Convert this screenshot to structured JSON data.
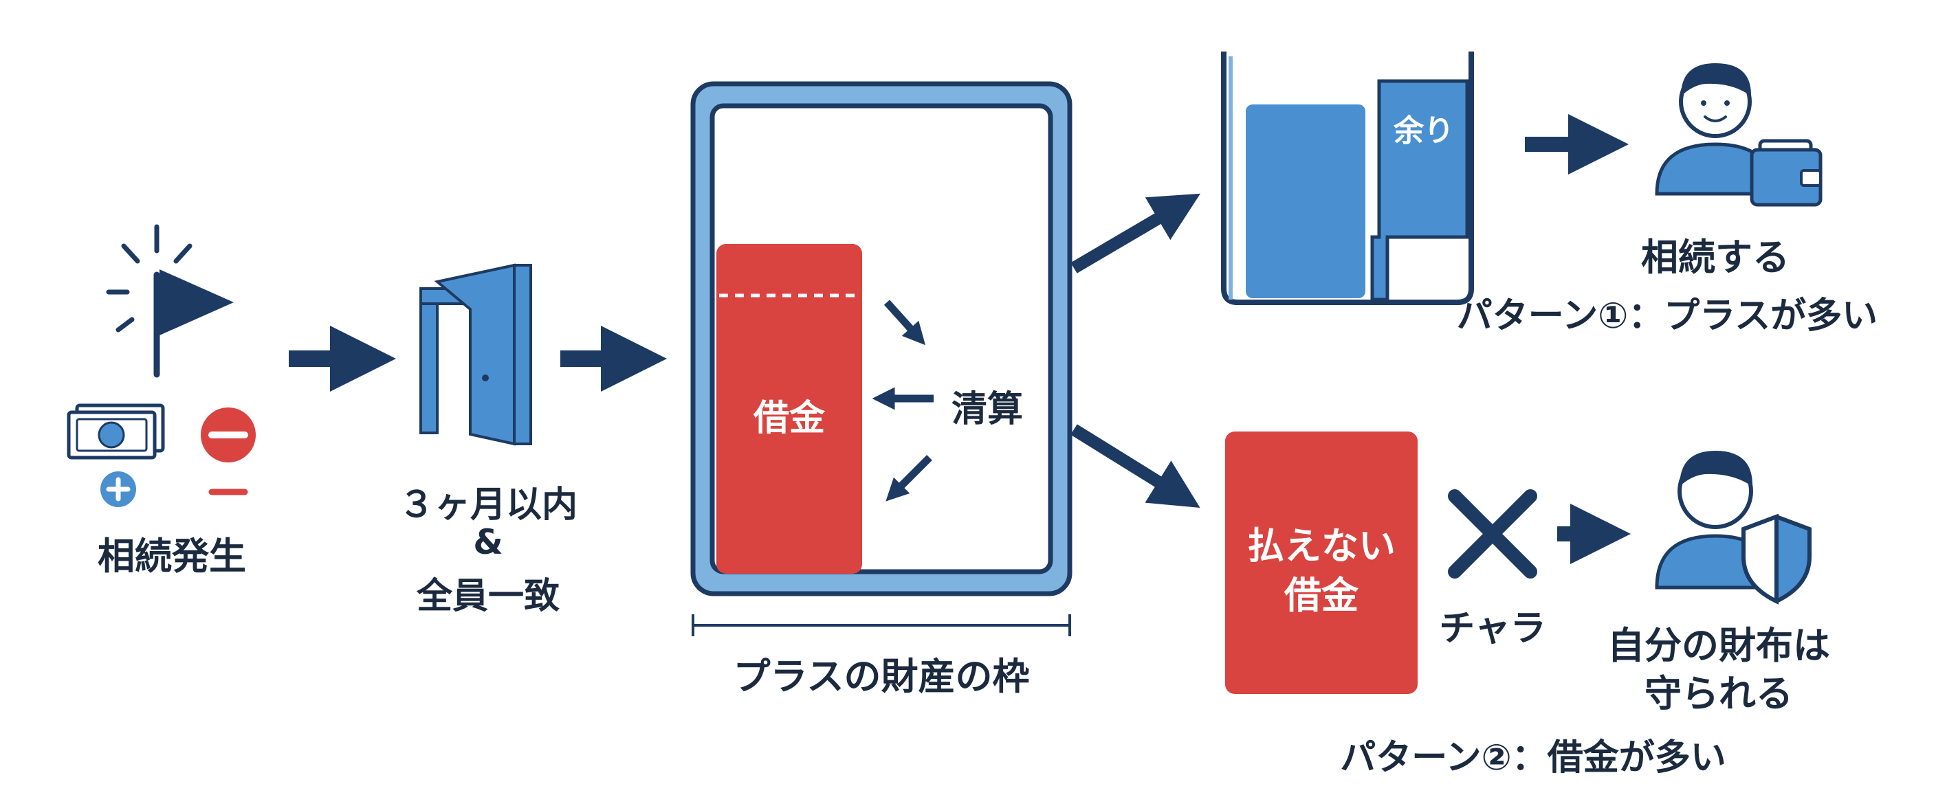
{
  "step1": {
    "label": "相続発生"
  },
  "step2": {
    "line1": "３ヶ月以内",
    "line2": "&",
    "line3": "全員一致"
  },
  "frame": {
    "debt_label": "借金",
    "settle_label": "清算",
    "caption": "プラスの財産の枠"
  },
  "pattern1": {
    "surplus_label": "余り",
    "result_label": "相続する",
    "caption": "パターン①：プラスが多い"
  },
  "pattern2": {
    "debt_line1": "払えない",
    "debt_line2": "借金",
    "cancel_label": "チャラ",
    "result_line1": "自分の財布は",
    "result_line2": "守られる",
    "caption": "パターン②：借金が多い"
  },
  "colors": {
    "navy": "#1d3a63",
    "blue": "#4a90d0",
    "red": "#d94340",
    "text": "#1b2a3e"
  }
}
